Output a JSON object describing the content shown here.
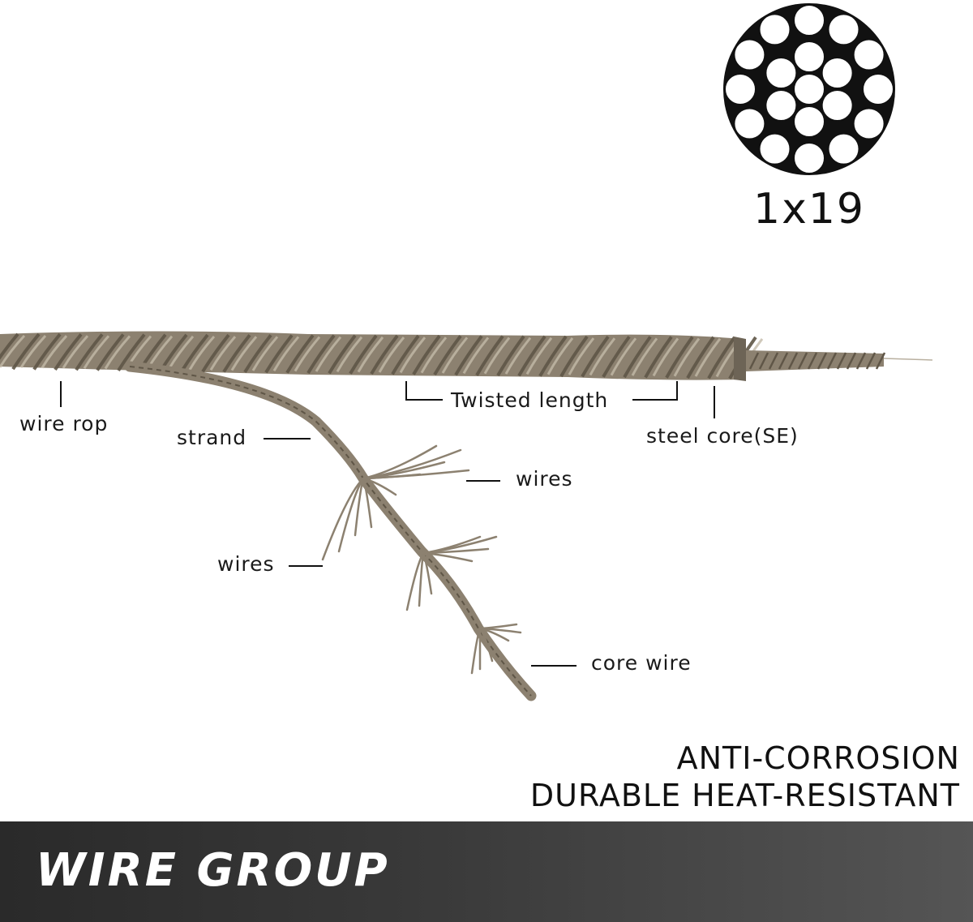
{
  "cross_section": {
    "label": "1x19",
    "wire_count": 19,
    "icon": "cross-section-circles-icon"
  },
  "labels": {
    "wire_rope": "wire rop",
    "strand": "strand",
    "twisted_length": "Twisted length",
    "steel_core": "steel core(SE)",
    "wires_outer": "wires",
    "wires_inner": "wires",
    "core_wire": "core wire"
  },
  "features": {
    "line1": "ANTI-CORROSION",
    "line2": "DURABLE HEAT-RESISTANT"
  },
  "banner": {
    "title": "WIRE GROUP"
  },
  "colors": {
    "rope": "#8c8170",
    "rope_dark": "#5f5647",
    "rope_light": "#b9b0a0",
    "text": "#111111",
    "banner_bg": "#333333",
    "banner_text": "#ffffff"
  }
}
